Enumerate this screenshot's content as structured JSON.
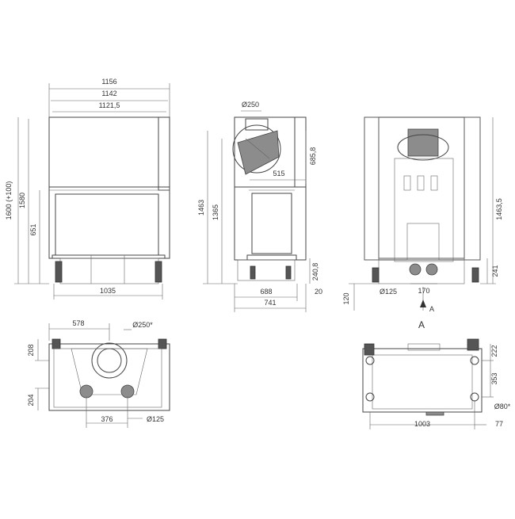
{
  "front": {
    "w1": "1156",
    "w2": "1142",
    "w3": "1121,5",
    "w4": "1035",
    "h1": "1600 (+100)",
    "h2": "1580",
    "h3": "651"
  },
  "side": {
    "d1": "Ø250",
    "d2": "515",
    "d3": "685,8",
    "h1": "1463",
    "h2": "1365",
    "b1": "688",
    "b2": "741",
    "b3": "20",
    "b4": "240,8"
  },
  "rear": {
    "h1": "1463,5",
    "h2": "241",
    "h3": "120",
    "d1": "Ø125",
    "w1": "170",
    "arrow": "A",
    "label": "A"
  },
  "top": {
    "w1": "578",
    "d1": "Ø250*",
    "h1": "208",
    "h2": "204",
    "w2": "376",
    "d2": "Ø125"
  },
  "bottom": {
    "h1": "222",
    "h2": "353",
    "d1": "Ø80*",
    "w1": "1003",
    "w2": "77"
  }
}
